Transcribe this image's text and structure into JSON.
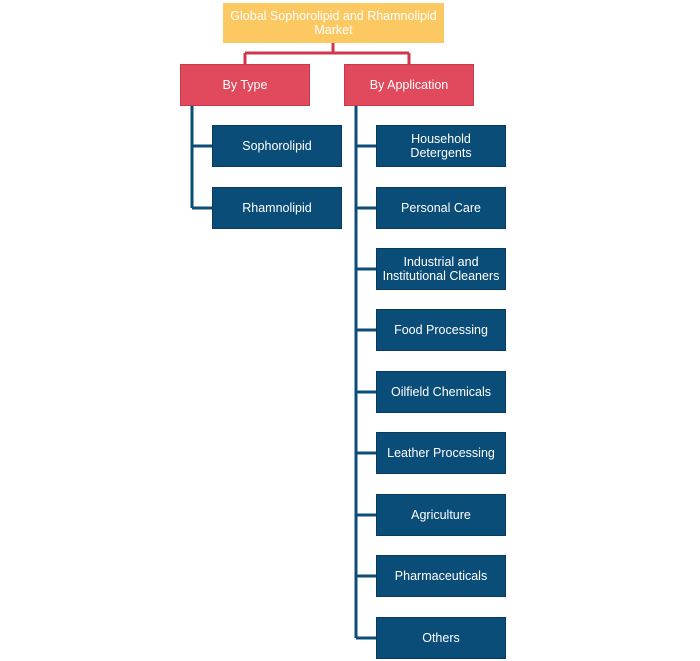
{
  "diagram": {
    "root": {
      "label": "Global Sophorolipid and Rhamnolipid Market"
    },
    "categories": [
      {
        "label": "By Type",
        "children": [
          "Sophorolipid",
          "Rhamnolipid"
        ]
      },
      {
        "label": "By Application",
        "children": [
          "Household Detergents",
          "Personal Care",
          "Industrial and Institutional Cleaners",
          "Food Processing",
          "Oilfield Chemicals",
          "Leather Processing",
          "Agriculture",
          "Pharmaceuticals",
          "Others"
        ]
      }
    ],
    "colors": {
      "root_fill": "#fcc862",
      "category_fill": "#e04a5c",
      "leaf_fill": "#0b4d79",
      "root_connector": "#d0374a",
      "leaf_connector": "#0b4d79"
    }
  }
}
